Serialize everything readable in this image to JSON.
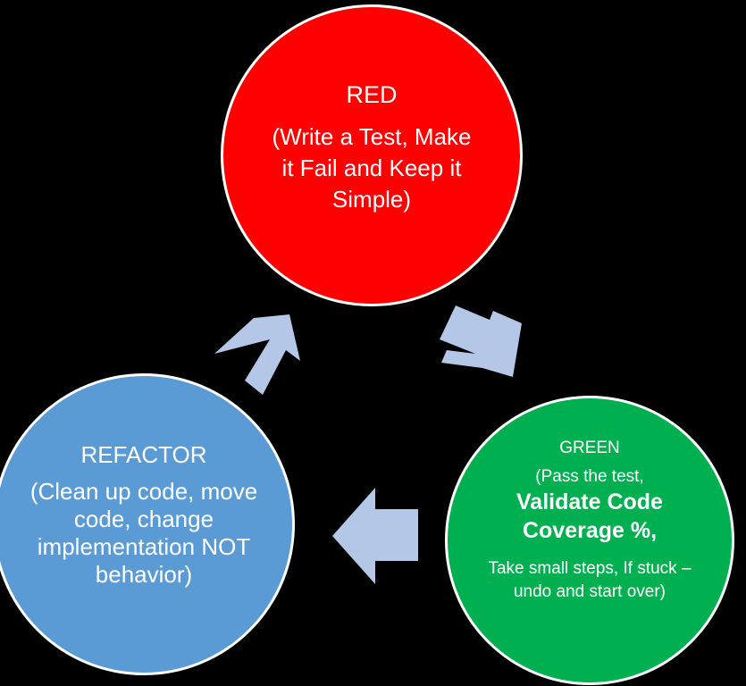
{
  "diagram": {
    "colors": {
      "background": "#000000",
      "red": "#ff0000",
      "green": "#00b050",
      "blue": "#5b9bd5",
      "arrow": "#b4c7e7",
      "border": "#ffffff"
    },
    "red": {
      "title": "RED",
      "description": "(Write a Test, Make it Fail and Keep it Simple)"
    },
    "green": {
      "title": "GREEN",
      "description_top": "(Pass the test,",
      "description_bold": "Validate Code Coverage %,",
      "description_bottom": "Take small steps, If stuck – undo and start over)"
    },
    "refactor": {
      "title": "REFACTOR",
      "description": "(Clean up code, move code, change implementation NOT behavior)"
    },
    "arrows": [
      {
        "name": "arrow-red-to-green",
        "direction": "down-right"
      },
      {
        "name": "arrow-green-to-refactor",
        "direction": "left"
      },
      {
        "name": "arrow-refactor-to-red",
        "direction": "up-right"
      }
    ]
  }
}
